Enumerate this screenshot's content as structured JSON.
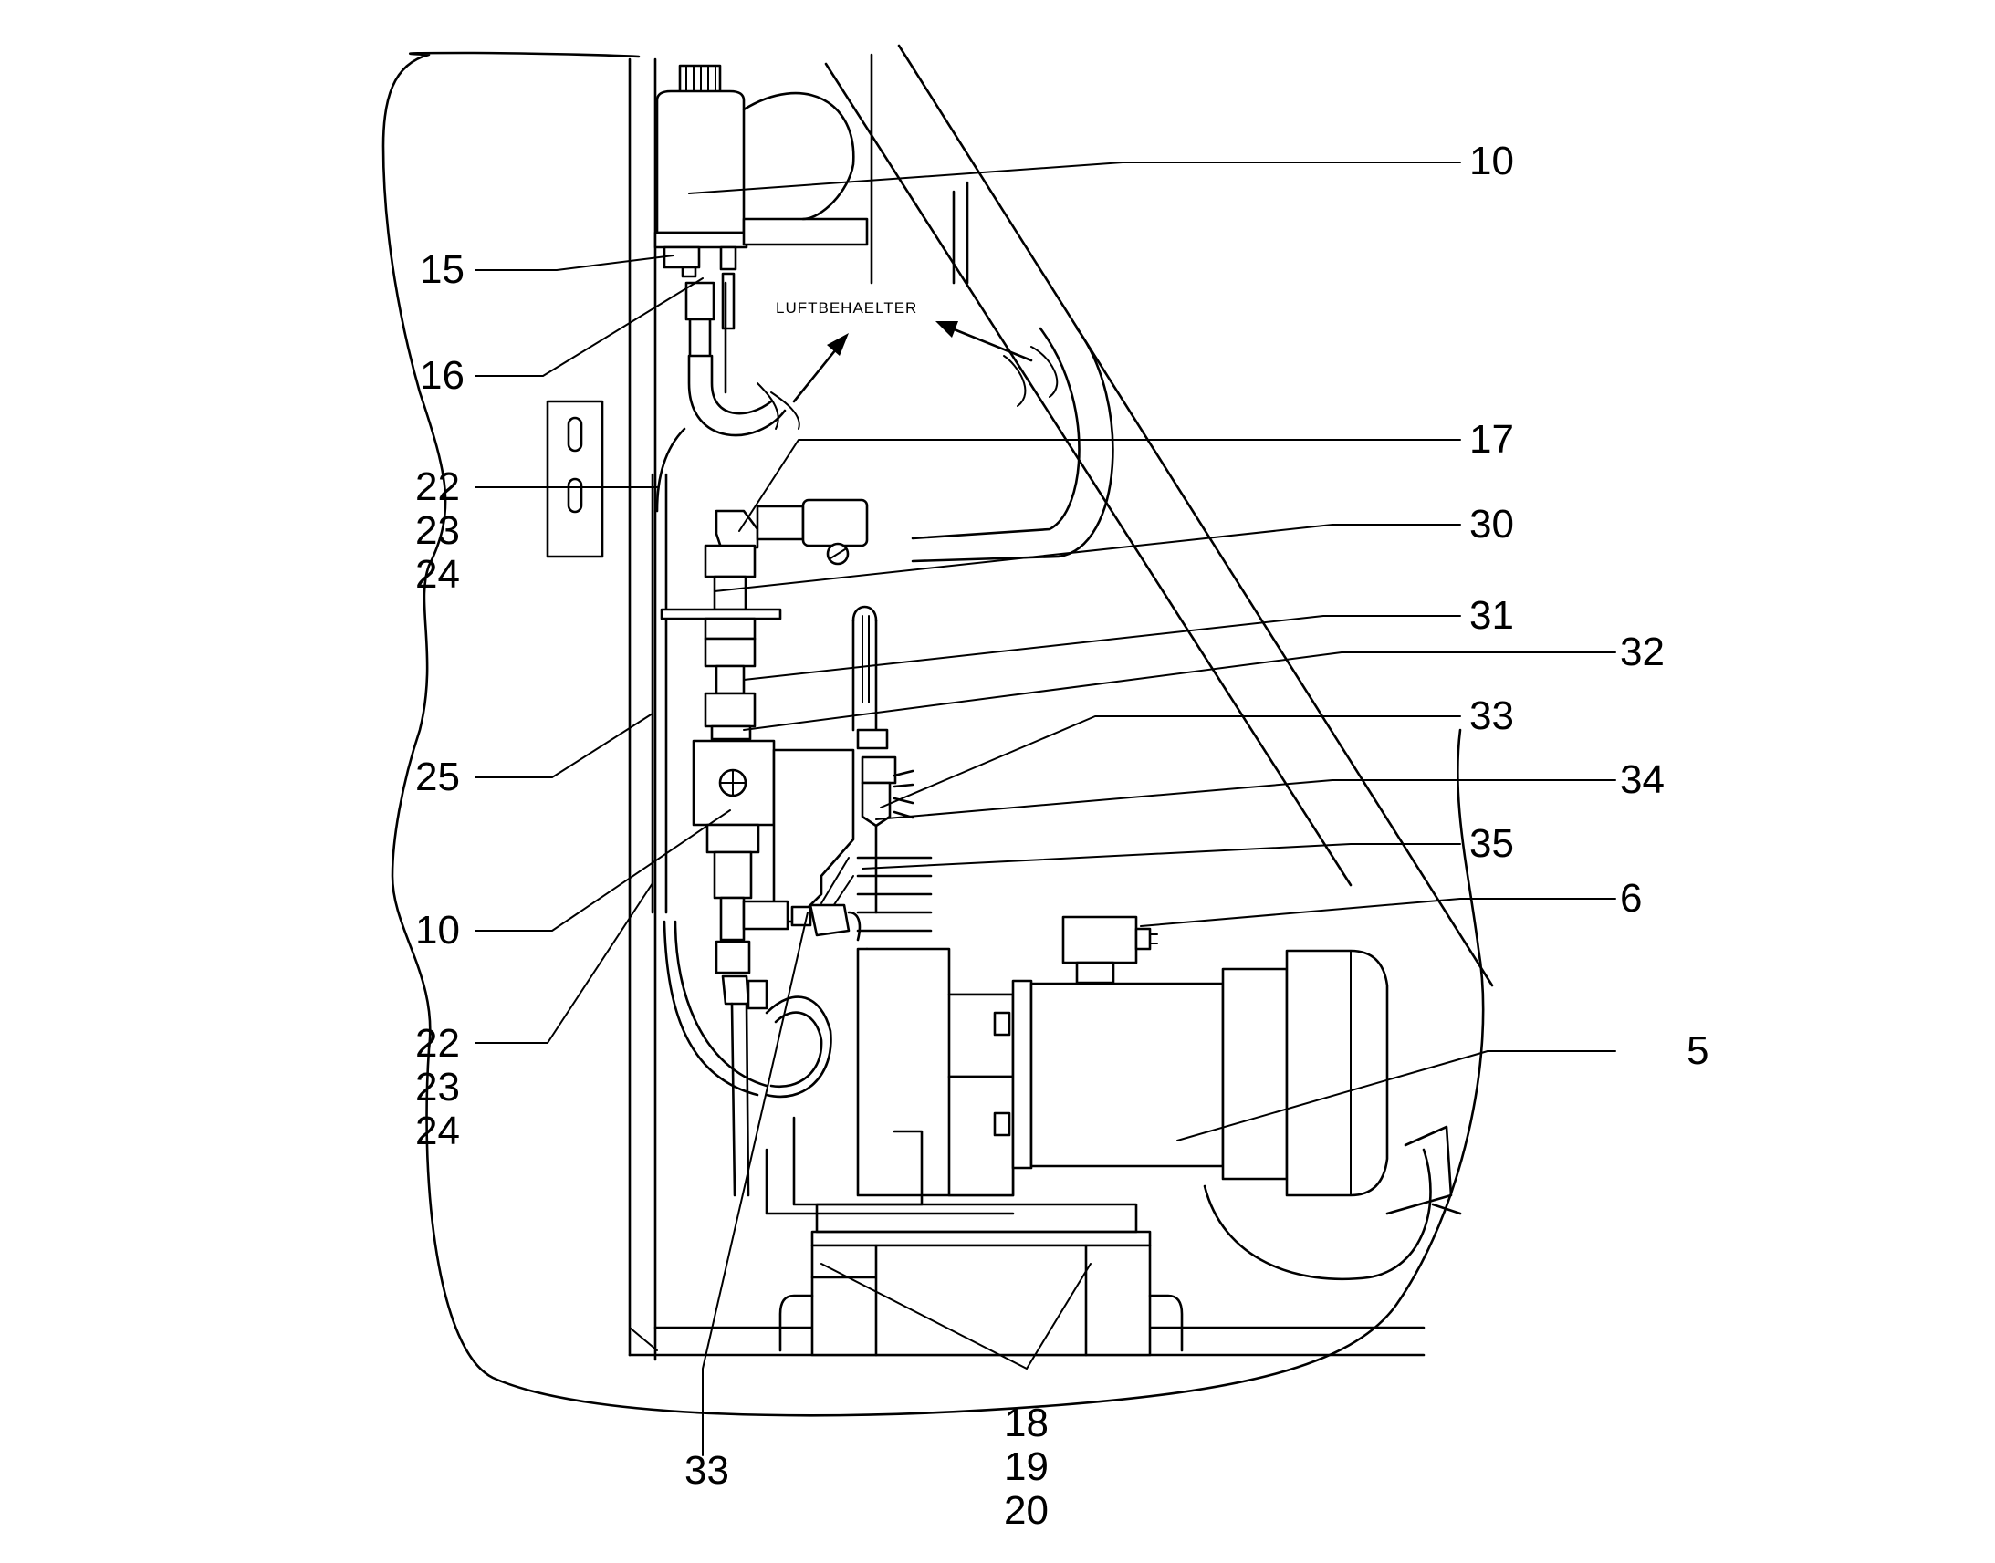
{
  "note": "LUFTBEHAELTER",
  "callouts": {
    "c10_top": "10",
    "c15": "15",
    "c16": "16",
    "c17": "17",
    "c22_top": "22\n23\n24",
    "c30": "30",
    "c31": "31",
    "c32": "32",
    "c33_right": "33",
    "c34": "34",
    "c25": "25",
    "c35": "35",
    "c10_left": "10",
    "c6": "6",
    "c22_bottom": "22\n23\n24",
    "c5": "5",
    "c18": "18\n19\n20",
    "c33_bottom": "33"
  }
}
